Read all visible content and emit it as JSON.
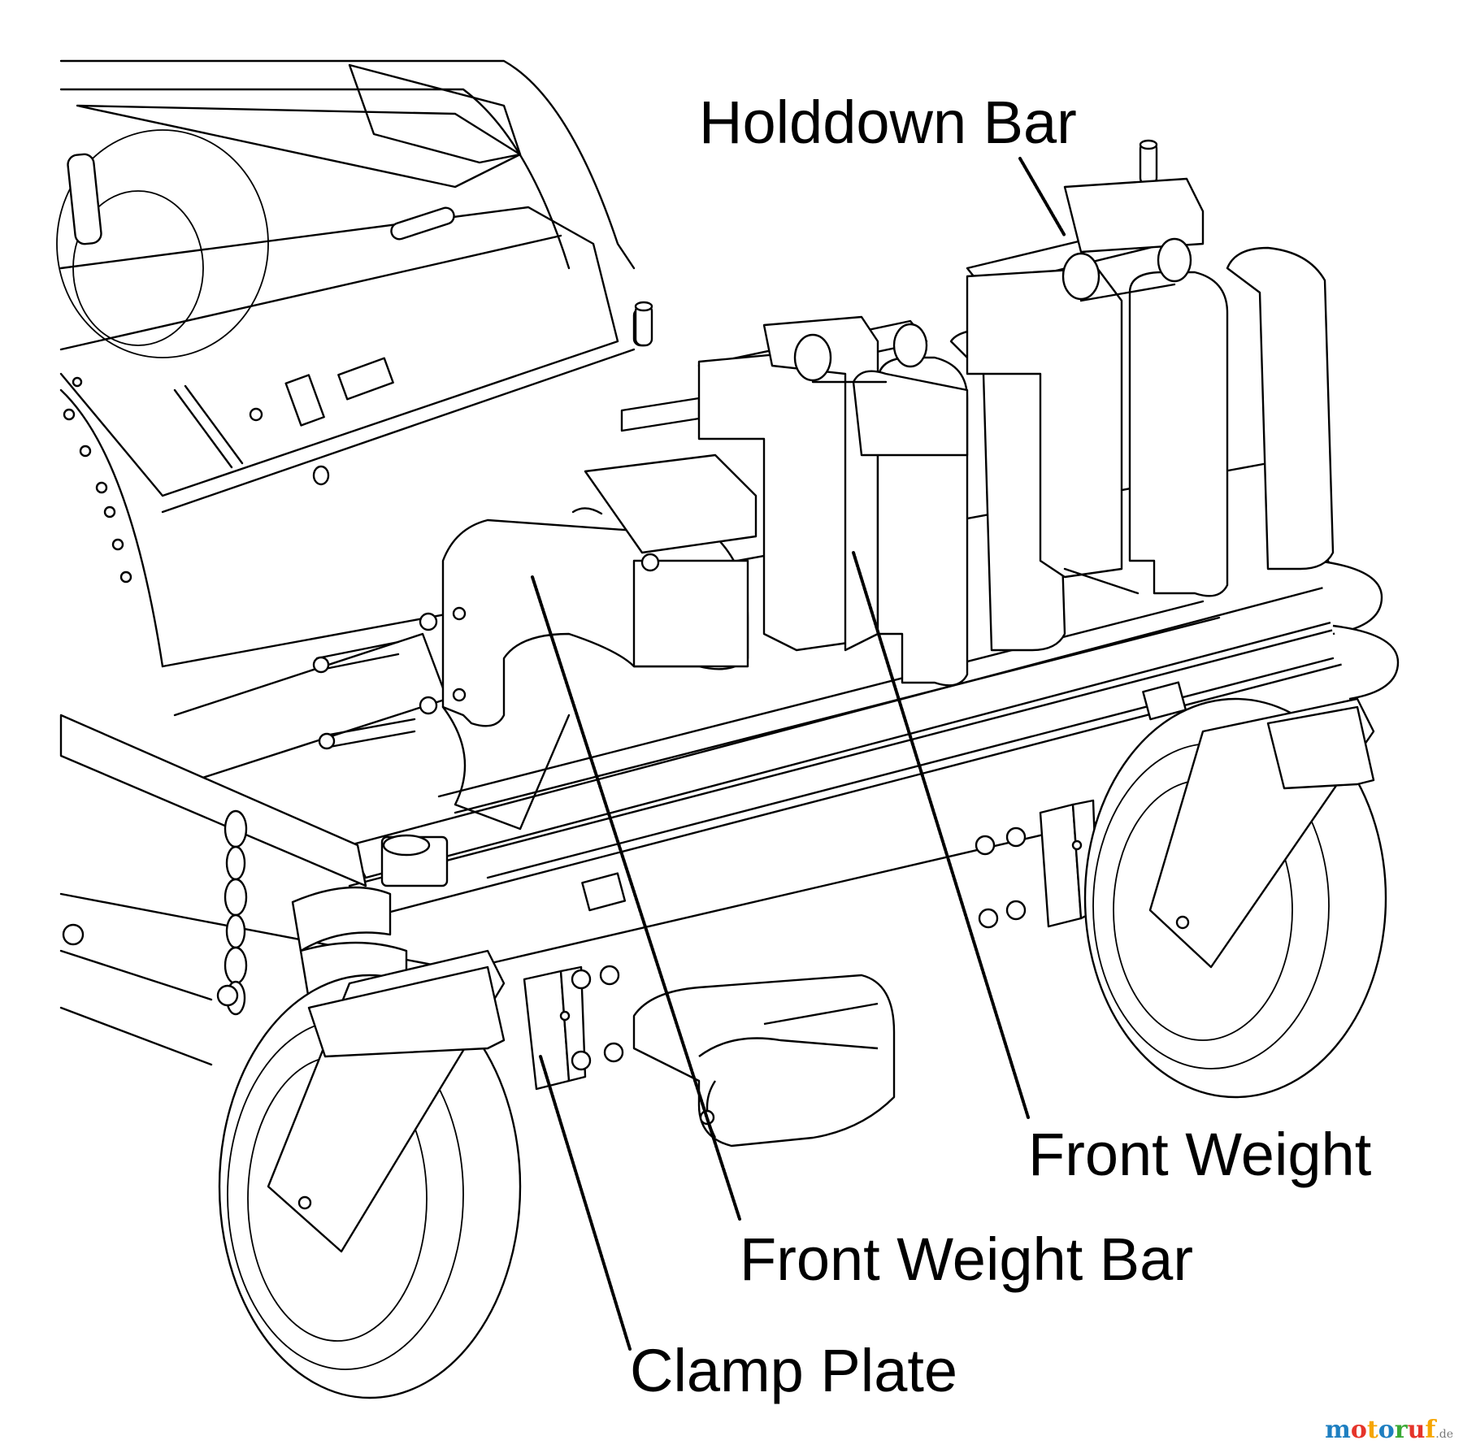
{
  "callouts": {
    "holddown_bar": "Holddown Bar",
    "front_weight": "Front Weight",
    "front_weight_bar": "Front Weight Bar",
    "clamp_plate": "Clamp Plate"
  },
  "watermark": {
    "letters": [
      "m",
      "o",
      "t",
      "o",
      "r",
      "u",
      "f"
    ],
    "colors": [
      "#1e7fc1",
      "#e5342a",
      "#f6a500",
      "#1e7fc1",
      "#3aa935",
      "#e5342a",
      "#f6a500"
    ],
    "suffix": ".de"
  },
  "colors": {
    "ink": "#000000",
    "paper": "#ffffff"
  }
}
